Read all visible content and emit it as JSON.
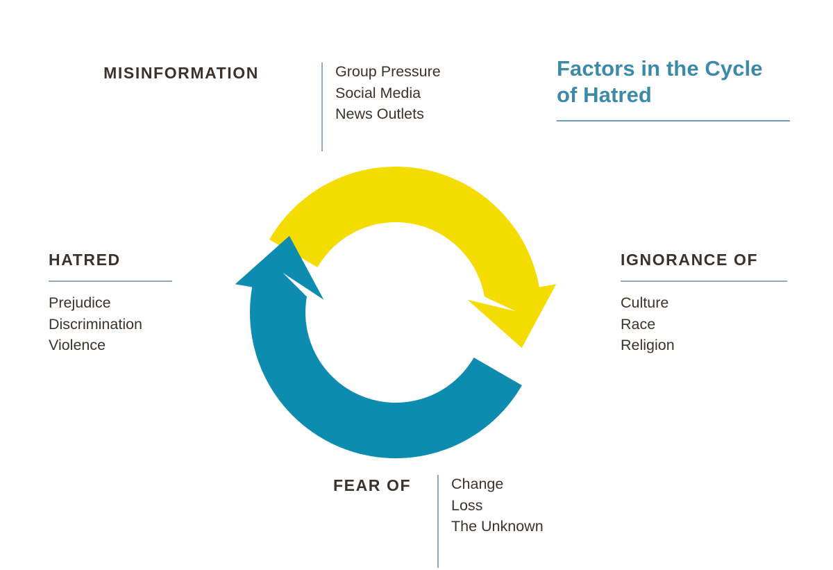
{
  "title": {
    "line1": "Factors in the Cycle",
    "line2": "of Hatred"
  },
  "colors": {
    "yellow": "#f5dc00",
    "teal": "#0d8cb0",
    "title_blue": "#3b8aa8",
    "rule": "#8fa9b8",
    "text_dark": "#3b322c",
    "background": "#ffffff"
  },
  "nodes": {
    "misinformation": {
      "heading": "MISINFORMATION",
      "items": [
        "Group Pressure",
        "Social Media",
        "News Outlets"
      ]
    },
    "hatred": {
      "heading": "HATRED",
      "items": [
        "Prejudice",
        "Discrimination",
        "Violence"
      ]
    },
    "ignorance": {
      "heading": "IGNORANCE OF",
      "items": [
        "Culture",
        "Race",
        "Religion"
      ]
    },
    "fear": {
      "heading": "FEAR OF",
      "items": [
        "Change",
        "Loss",
        "The Unknown"
      ]
    }
  },
  "chart_data": {
    "type": "diagram",
    "subtype": "cycle",
    "title": "Factors in the Cycle of Hatred",
    "arrows": [
      {
        "name": "yellow-arc",
        "color": "#f5dc00",
        "from": "HATRED",
        "to": "IGNORANCE OF",
        "direction": "clockwise",
        "start_angle_deg": 150,
        "end_angle_deg": 10
      },
      {
        "name": "teal-arc",
        "color": "#0d8cb0",
        "from": "IGNORANCE OF",
        "to": "HATRED",
        "direction": "clockwise",
        "start_angle_deg": -30,
        "end_angle_deg": -190
      }
    ],
    "center": [
      570,
      450
    ],
    "outer_radius": 210,
    "inner_radius": 130,
    "nodes": [
      "MISINFORMATION",
      "IGNORANCE OF",
      "FEAR OF",
      "HATRED"
    ]
  }
}
